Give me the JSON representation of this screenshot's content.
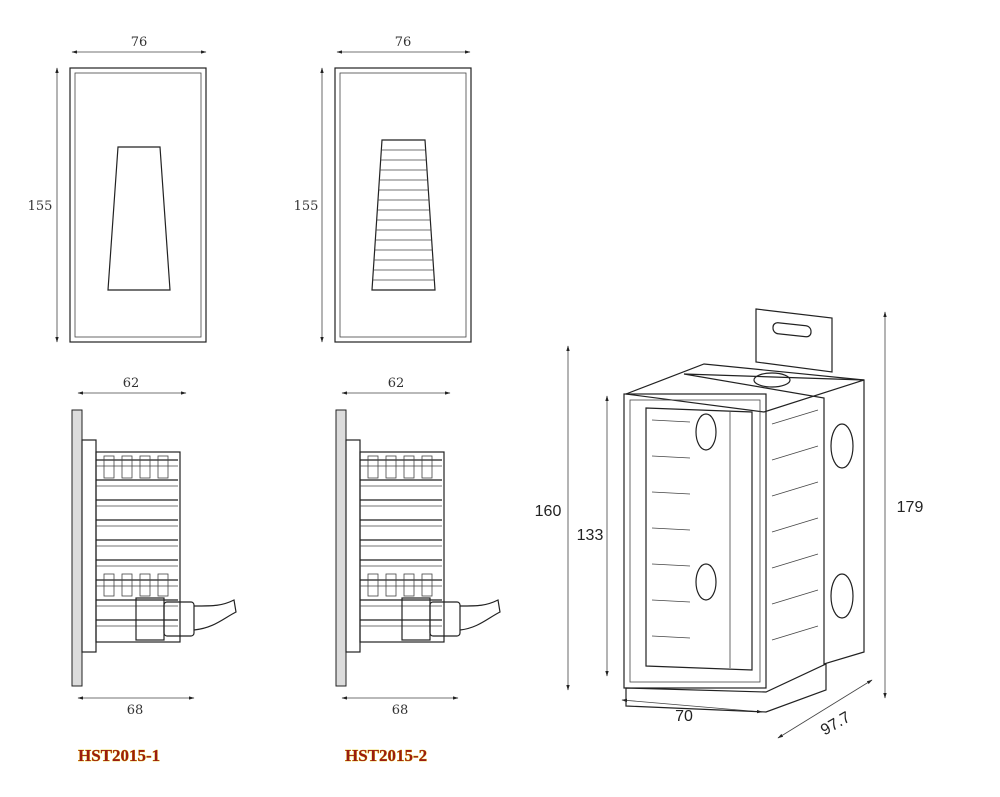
{
  "views": {
    "hst1_front": {
      "width": "76",
      "height": "155"
    },
    "hst2_front": {
      "width": "76",
      "height": "155"
    },
    "hst1_side": {
      "depth": "62",
      "base": "68"
    },
    "hst2_side": {
      "depth": "62",
      "base": "68"
    },
    "box": {
      "height_outer": "160",
      "height_inner": "133",
      "height_total": "179",
      "width": "70",
      "depth": "97.7"
    }
  },
  "models": {
    "model1": "HST2015-1",
    "model2": "HST2015-2"
  },
  "colors": {
    "model_text": "#9a1c12",
    "model_outline": "#e8c600",
    "line": "#222222"
  }
}
